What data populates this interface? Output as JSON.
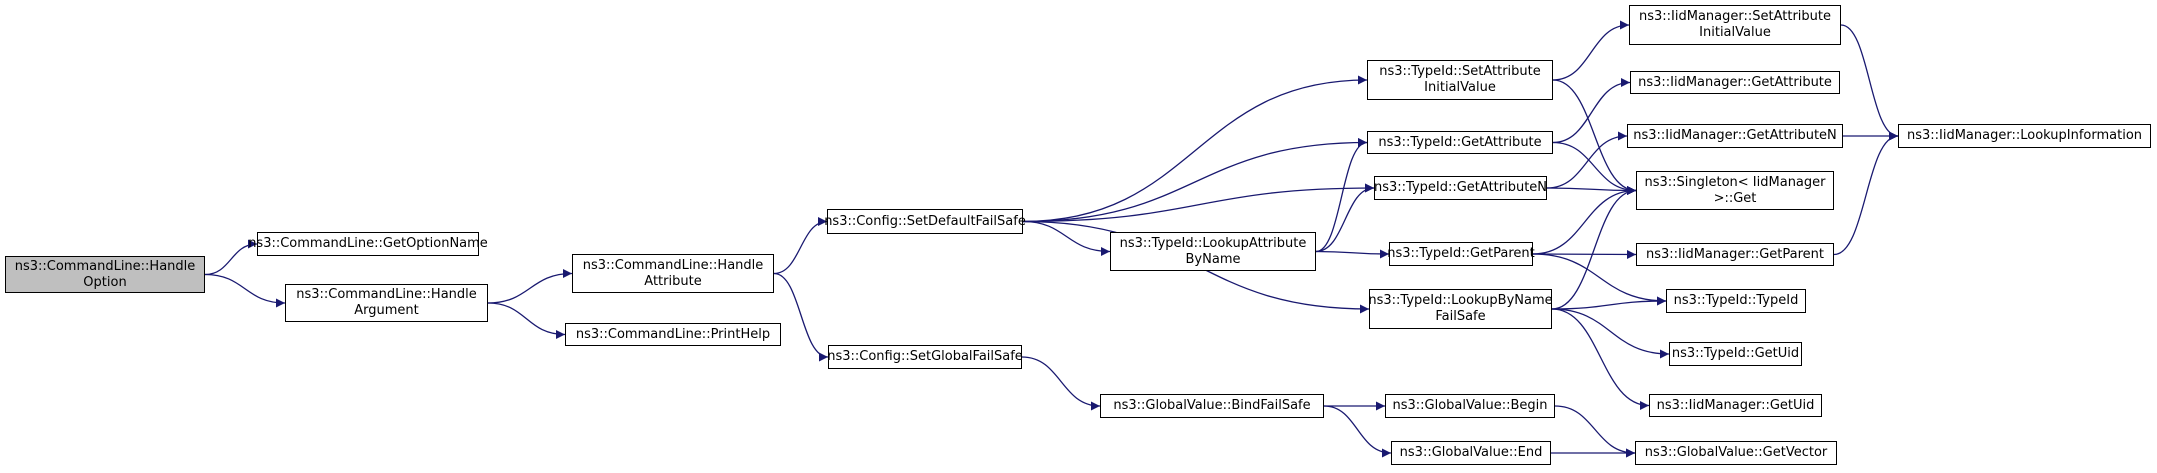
{
  "colors": {
    "edge": "#191970",
    "root_fill": "#bfbfbf",
    "node_fill": "#ffffff",
    "border": "#000000"
  },
  "nodes": {
    "handle_option": {
      "lines": [
        "ns3::CommandLine::Handle",
        "Option"
      ]
    },
    "get_option_name": {
      "lines": [
        "ns3::CommandLine::GetOptionName"
      ]
    },
    "handle_argument": {
      "lines": [
        "ns3::CommandLine::Handle",
        "Argument"
      ]
    },
    "handle_attribute": {
      "lines": [
        "ns3::CommandLine::Handle",
        "Attribute"
      ]
    },
    "print_help": {
      "lines": [
        "ns3::CommandLine::PrintHelp"
      ]
    },
    "set_default_failsafe": {
      "lines": [
        "ns3::Config::SetDefaultFailSafe"
      ]
    },
    "set_global_failsafe": {
      "lines": [
        "ns3::Config::SetGlobalFailSafe"
      ]
    },
    "bind_failsafe": {
      "lines": [
        "ns3::GlobalValue::BindFailSafe"
      ]
    },
    "set_attr_initial": {
      "lines": [
        "ns3::TypeId::SetAttribute",
        "InitialValue"
      ]
    },
    "typeid_get_attr": {
      "lines": [
        "ns3::TypeId::GetAttribute"
      ]
    },
    "typeid_get_attr_n": {
      "lines": [
        "ns3::TypeId::GetAttributeN"
      ]
    },
    "lookup_attr_byname": {
      "lines": [
        "ns3::TypeId::LookupAttribute",
        "ByName"
      ]
    },
    "typeid_get_parent": {
      "lines": [
        "ns3::TypeId::GetParent"
      ]
    },
    "lookup_byname_fs": {
      "lines": [
        "ns3::TypeId::LookupByName",
        "FailSafe"
      ]
    },
    "gv_begin": {
      "lines": [
        "ns3::GlobalValue::Begin"
      ]
    },
    "gv_end": {
      "lines": [
        "ns3::GlobalValue::End"
      ]
    },
    "iid_set_attr_initial": {
      "lines": [
        "ns3::IidManager::SetAttribute",
        "InitialValue"
      ]
    },
    "iid_get_attr": {
      "lines": [
        "ns3::IidManager::GetAttribute"
      ]
    },
    "iid_get_attr_n": {
      "lines": [
        "ns3::IidManager::GetAttributeN"
      ]
    },
    "singleton_get": {
      "lines": [
        "ns3::Singleton< IidManager",
        " >::Get"
      ]
    },
    "iid_get_parent": {
      "lines": [
        "ns3::IidManager::GetParent"
      ]
    },
    "typeid_typeid": {
      "lines": [
        "ns3::TypeId::TypeId"
      ]
    },
    "typeid_get_uid": {
      "lines": [
        "ns3::TypeId::GetUid"
      ]
    },
    "iid_get_uid": {
      "lines": [
        "ns3::IidManager::GetUid"
      ]
    },
    "gv_get_vector": {
      "lines": [
        "ns3::GlobalValue::GetVector"
      ]
    },
    "iid_lookup_info": {
      "lines": [
        "ns3::IidManager::LookupInformation"
      ]
    }
  },
  "edges": [
    [
      "handle_option",
      "get_option_name"
    ],
    [
      "handle_option",
      "handle_argument"
    ],
    [
      "handle_argument",
      "handle_attribute"
    ],
    [
      "handle_argument",
      "print_help"
    ],
    [
      "handle_attribute",
      "set_default_failsafe"
    ],
    [
      "handle_attribute",
      "set_global_failsafe"
    ],
    [
      "set_default_failsafe",
      "set_attr_initial"
    ],
    [
      "set_default_failsafe",
      "typeid_get_attr"
    ],
    [
      "set_default_failsafe",
      "typeid_get_attr_n"
    ],
    [
      "set_default_failsafe",
      "lookup_attr_byname"
    ],
    [
      "set_default_failsafe",
      "lookup_byname_fs"
    ],
    [
      "set_global_failsafe",
      "bind_failsafe"
    ],
    [
      "bind_failsafe",
      "gv_begin"
    ],
    [
      "bind_failsafe",
      "gv_end"
    ],
    [
      "set_attr_initial",
      "iid_set_attr_initial"
    ],
    [
      "set_attr_initial",
      "singleton_get"
    ],
    [
      "typeid_get_attr",
      "iid_get_attr"
    ],
    [
      "typeid_get_attr",
      "singleton_get"
    ],
    [
      "typeid_get_attr_n",
      "iid_get_attr_n"
    ],
    [
      "typeid_get_attr_n",
      "singleton_get"
    ],
    [
      "lookup_attr_byname",
      "typeid_get_attr"
    ],
    [
      "lookup_attr_byname",
      "typeid_get_attr_n"
    ],
    [
      "lookup_attr_byname",
      "typeid_get_parent"
    ],
    [
      "typeid_get_parent",
      "iid_get_parent"
    ],
    [
      "typeid_get_parent",
      "singleton_get"
    ],
    [
      "typeid_get_parent",
      "typeid_typeid"
    ],
    [
      "lookup_byname_fs",
      "singleton_get"
    ],
    [
      "lookup_byname_fs",
      "typeid_typeid"
    ],
    [
      "lookup_byname_fs",
      "typeid_get_uid"
    ],
    [
      "lookup_byname_fs",
      "iid_get_uid"
    ],
    [
      "gv_begin",
      "gv_get_vector"
    ],
    [
      "gv_end",
      "gv_get_vector"
    ],
    [
      "iid_set_attr_initial",
      "iid_lookup_info"
    ],
    [
      "iid_get_attr_n",
      "iid_lookup_info"
    ],
    [
      "iid_get_parent",
      "iid_lookup_info"
    ]
  ]
}
